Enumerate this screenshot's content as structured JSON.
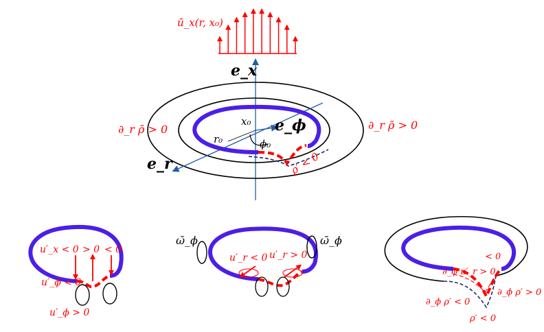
{
  "colors": {
    "vortex_ring": "#4b1fe6",
    "perturbation": "#ff0000",
    "annotation": "#ff0000",
    "axes": "#1f5fa8",
    "density_contour": "#000000",
    "displaced_contour": "#1a2a66"
  },
  "top": {
    "velocity_profile_label": "ū_x(r, x₀)",
    "ex_label": "e_x",
    "er_label": "e_r",
    "ephi_label": "e_ϕ",
    "x0_label": "x₀",
    "r0_label": "r₀",
    "phi0_label": "ϕ₀",
    "grad_left": "∂_r ρ̄ > 0",
    "grad_right": "∂_r ρ̄ > 0",
    "rho_prime": "ρ′ < 0",
    "profile_arrow_heights": [
      0.35,
      0.62,
      0.8,
      0.92,
      1.0,
      1.0,
      0.92,
      0.8,
      0.62,
      0.35
    ]
  },
  "bottom_left": {
    "ux_neg": "u′_x < 0",
    "ux_pos": "> 0",
    "ux_neg2": "< 0",
    "uphi_neg": "u′_ϕ < 0",
    "uphi_pos": "u′_ϕ > 0"
  },
  "bottom_middle": {
    "omega_left": "ω̄_ϕ",
    "omega_right": "ω̄_ϕ",
    "ur_neg": "u′_r < 0",
    "ur_pos": "u′_r > 0"
  },
  "bottom_right": {
    "dphi_ur": "∂_ϕ u′_r > 0",
    "lt0": "< 0",
    "dphi_rho_neg": "∂_ϕ ρ′ < 0",
    "dphi_rho_pos": "∂_ϕ ρ′ > 0",
    "rho_prime": "ρ′ < 0"
  }
}
